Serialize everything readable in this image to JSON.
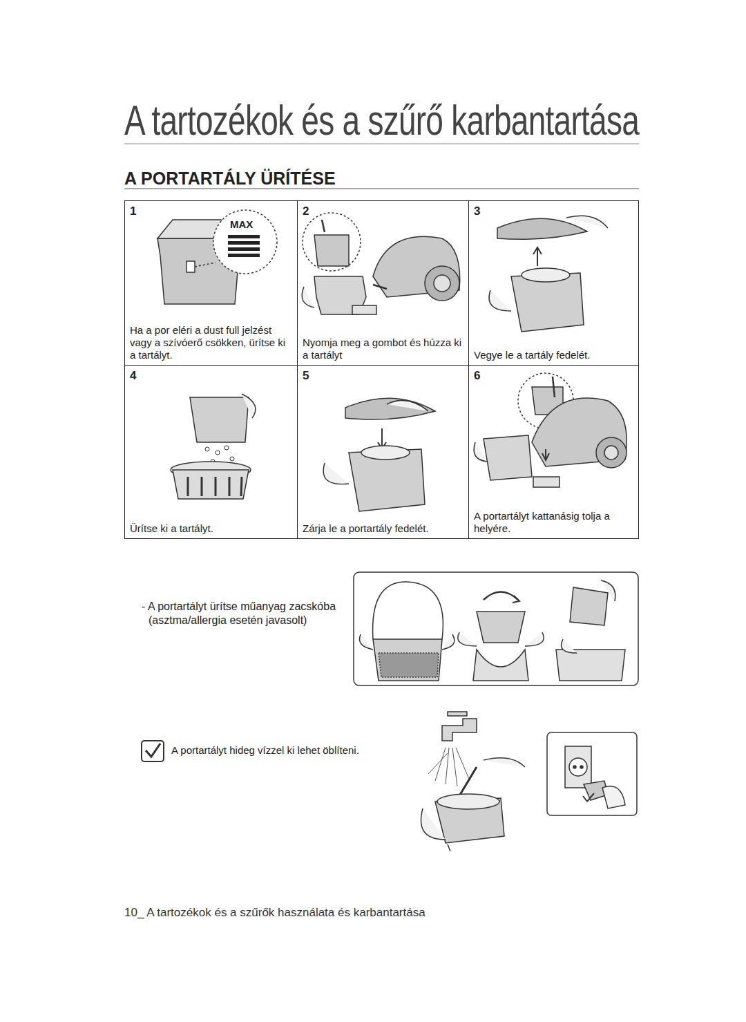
{
  "diagram": {
    "title": "A tartozékok és a szűrő karbantartása",
    "nodes": [
      {
        "text": [
          "1",
          "Ha a por eléri a dust full jelzést vagy a szívóerő csökken, ürítse ki a tartályt."
        ]
      },
      {
        "text": [
          "2",
          "Nyomja meg a gombot és húzza ki a tartályt"
        ]
      },
      {
        "text": [
          "3",
          "Vegye le a tartály fedelét."
        ]
      },
      {
        "text": [
          "4",
          "Ürítse ki a tartályt."
        ]
      },
      {
        "text": [
          "5",
          "Zárja le a portartály fedelét."
        ]
      },
      {
        "text": [
          "6",
          "A portartályt kattanásig tolja a helyére."
        ]
      }
    ],
    "labels": [
      "A PORTARTÁLY ÜRÍTÉSE",
      "MAX",
      "- A portartályt ürítse műanyag zacskóba (asztma/allergia esetén javasolt)",
      "A portartályt hideg vízzel ki lehet öblíteni.",
      "10_ A tartozékok és a szűrők használata és karbantartása"
    ]
  }
}
